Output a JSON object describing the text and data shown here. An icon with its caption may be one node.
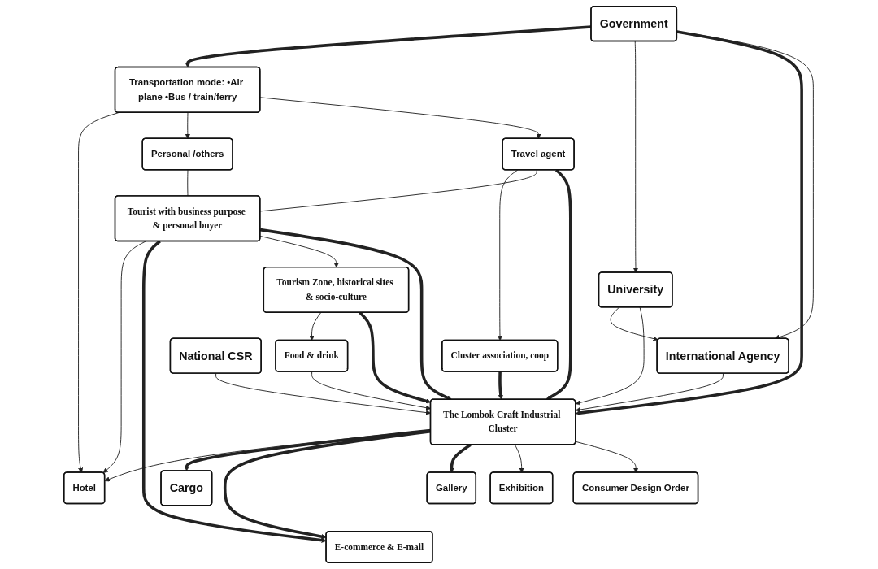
{
  "diagram": {
    "nodes": [
      {
        "text": [
          "Transportation mode: •Air plane •Bus / train/ferry"
        ]
      },
      {
        "text": [
          "Government"
        ]
      },
      {
        "text": [
          "University"
        ]
      },
      {
        "text": [
          "Cluster association, coop"
        ]
      },
      {
        "text": [
          "Hotel"
        ]
      },
      {
        "text": [
          "Personal /others"
        ]
      },
      {
        "text": [
          "Travel agent"
        ]
      },
      {
        "text": [
          "Tourist with business purpose & personal buyer"
        ]
      },
      {
        "text": [
          "International Agency"
        ]
      },
      {
        "text": [
          "Tourism Zone, historical sites & socio-culture"
        ]
      },
      {
        "text": [
          "Cargo"
        ]
      },
      {
        "text": [
          "Food & drink"
        ]
      },
      {
        "text": [
          "National CSR"
        ]
      },
      {
        "text": [
          "The Lombok Craft Industrial Cluster"
        ]
      },
      {
        "text": [
          "E-commerce & E-mail"
        ]
      },
      {
        "text": [
          "Gallery"
        ]
      },
      {
        "text": [
          "Exhibition"
        ]
      },
      {
        "text": [
          "Consumer Design Order"
        ]
      }
    ],
    "edges": [
      {
        "from": 1,
        "to": 0,
        "arrow": "to",
        "style": "thick"
      },
      {
        "from": 1,
        "to": 2,
        "arrow": "to"
      },
      {
        "from": 0,
        "to": 4,
        "arrow": "to"
      },
      {
        "from": 0,
        "to": 5,
        "arrow": "to"
      },
      {
        "from": 0,
        "to": 6,
        "arrow": "to"
      },
      {
        "from": 6,
        "to": 3,
        "arrow": "to"
      },
      {
        "from": 5,
        "to": 7,
        "arrow": "none"
      },
      {
        "from": 6,
        "to": 7,
        "arrow": "none"
      },
      {
        "from": 7,
        "to": 4,
        "arrow": "to"
      },
      {
        "from": 13,
        "to": 4,
        "arrow": "to"
      },
      {
        "from": 7,
        "to": 14,
        "arrow": "to",
        "style": "thick"
      },
      {
        "from": 7,
        "to": 9,
        "arrow": "to"
      },
      {
        "from": 9,
        "to": 11,
        "arrow": "to"
      },
      {
        "from": 7,
        "to": 13,
        "arrow": "to",
        "style": "thick"
      },
      {
        "from": 6,
        "to": 13,
        "arrow": "to",
        "style": "thick"
      },
      {
        "from": 9,
        "to": 13,
        "arrow": "to",
        "style": "thick"
      },
      {
        "from": 3,
        "to": 13,
        "arrow": "to",
        "style": "thick"
      },
      {
        "from": 1,
        "to": 13,
        "arrow": "to",
        "style": "thick"
      },
      {
        "from": 1,
        "to": 8,
        "arrow": "to"
      },
      {
        "from": 2,
        "to": 8,
        "arrow": "to"
      },
      {
        "from": 2,
        "to": 13,
        "arrow": "to"
      },
      {
        "from": 11,
        "to": 13,
        "arrow": "to"
      },
      {
        "from": 8,
        "to": 13,
        "arrow": "to"
      },
      {
        "from": 12,
        "to": 13,
        "arrow": "to"
      },
      {
        "from": 13,
        "to": 10,
        "arrow": "to",
        "style": "thick"
      },
      {
        "from": 13,
        "to": 14,
        "arrow": "to",
        "style": "thick"
      },
      {
        "from": 13,
        "to": 15,
        "arrow": "to",
        "style": "thick"
      },
      {
        "from": 13,
        "to": 16,
        "arrow": "to"
      },
      {
        "from": 13,
        "to": 17,
        "arrow": "to"
      }
    ]
  }
}
